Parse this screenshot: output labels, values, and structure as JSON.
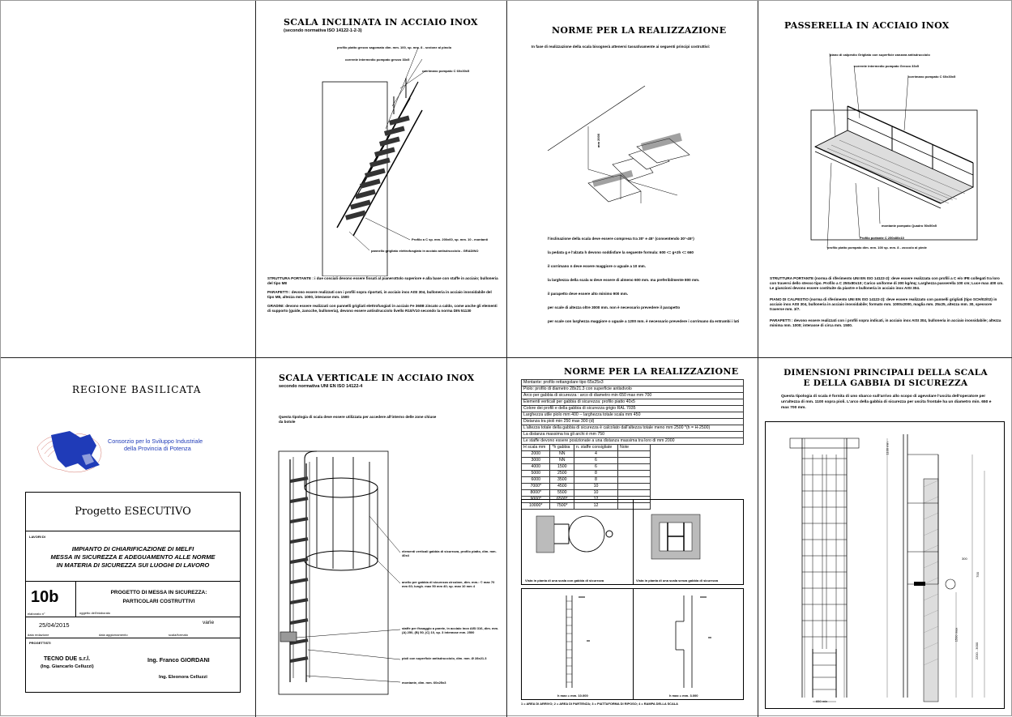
{
  "panels": {
    "inclined": {
      "title": "SCALA INCLINATA IN ACCIAIO INOX",
      "subtitle": "(secondo normativa ISO 14122-1-2-3)",
      "callouts": [
        "profilo piatto grezzo sagomato dim. mm. 100, sp. mm. 8 - sezione al pinolo",
        "corrente intermedio pompato grezzo 33x5",
        "corrimano pompato C 60x30x5",
        "Profilo a C sp. mm. 200x60, sp. mm. 10 - montanti",
        "pannello grigliato elettrofusgiato in acciaio antisdrucciolo - GRADINO"
      ],
      "paragraphs": [
        "STRUTTURA PORTANTE : i due cosciali devono essere fissati al pianerottolo superiore e alla base con staffe in acciaio; bulloneria del tipo M8",
        "PARAPETTI : devono essere realizzati con i profili sopra riportati, in acciaio inox AISI 304, bulloneria in acciaio inossidabile del tipo M8, altezza mm. 1000, interasse mm. 1500",
        "GRADINI: devono essere realizzati con pannelli grigliati elettrofusgiati in acciaio Fe 360B zincato a caldo, come anche gli elementi di supporto (guide, zancche, bulloneria), devono essere antisdrucciolo livello R10/V10 secondo la norma DIN 51130"
      ]
    },
    "norms_top": {
      "title": "NORME PER LA  REALIZZAZIONE",
      "intro": "In fase di realizzazione della scala bisognerà attenersi tassativamente ai seguenti principi costruttivi:",
      "dim_label": "mm 2000",
      "paragraphs": [
        "l'inclinazione della scala deve essere compresa tra 30° e 45° (consentendo 30°-45°)",
        "la pedata g e l'alzata h devono soddisfare la seguente formula:  600 <= g+2h <= 660",
        "il corrimano n deve essere maggiore o uguale a 10 mm.",
        "la larghezza della scala  w deve essere di almeno 600 mm. ma preferibilmente 800 mm.",
        "il parapetto deve essere alto minimo 900 mm.",
        "per scale di altezza oltre 3000 mm. non è necessario prevedere il parapetto",
        "per scale con larghezza maggiore o uguale a 1200 mm. è necessario prevedere i corrimano da entrambi i lati"
      ]
    },
    "walkway": {
      "title": "PASSERELLA IN ACCIAIO INOX",
      "callouts": [
        "piano di calpestio Grigliato con superficie zanzara antisdrucciolo",
        "corrente intermedio pompato Grezzo 33x5",
        "corrimano pompato C 60x30x5",
        "montante pompato Quadro 50x50x5",
        "Profilo portante C 250x80x10",
        "profilo piatto pompato dim. mm. 100 sp. mm. 8 - zoccolo al piede"
      ],
      "paragraphs": [
        "STRUTTURA PORTANTE (norma di riferimento UNI EN ISO 14122-2): deve essere realizzata con profili a C e/o IPE collegati tra loro con traversi dello stesso tipo. Profilo a C 250x80x10; Carico uniforme di 300 kg/mq; Larghezza passerella 100 cm; Luce max 400 cm. Le giunzioni devono essere costituite da piastre e bulloneria in acciaio inox AISI 304.",
        "PIANO DI CALPESTIO (norma di riferimento UNI EN ISO 14122-2): deve essere realizzato con pannelli grigliati (tipo SCH/02/02) in acciaio inox AISI 304, bulloneria in acciaio inossidabile; formato mm. 1000x2000, maglia mm. 25x25, altezza mm. 30, spessore traverse mm. 3/7.",
        "PARAPETTI : devono essere realizzati con i profili sopra indicati, in acciaio inox AISI 304, bulloneria in acciaio inossidabile; altezza minima mm. 1000; interasse di circa mm. 1500."
      ]
    },
    "cover": {
      "region": "REGIONE  BASILICATA",
      "logo_text_1": "Consorzio per lo Sviluppo Industriale",
      "logo_text_2": "della Provincia di Potenza",
      "project_phase": "Progetto  ESECUTIVO",
      "works_label": "LAVORI  DI",
      "works_title_1": "IMPIANTO DI CHIARIFICAZIONE DI MELFI",
      "works_title_2": "MESSA IN SICUREZZA E ADEGUAMENTO ALLE NORME",
      "works_title_3": "IN MATERIA DI SICUREZZA SUI LUOGHI DI LAVORO",
      "sheet_number": "10b",
      "sheet_label": "elaborato  n°",
      "subject_label": "oggetto  dell'elaborato",
      "subject_1": "PROGETTO DI MESSA IN SICUREZZA:",
      "subject_2": "PARTICOLARI COSTRUTTIVI",
      "date": "25/04/2015",
      "date_label": "data  redazione",
      "update_label": "data  aggiornamento",
      "scale_value": "varie",
      "scale_label": "scala/formato",
      "designers_label": "PROGETTISTI",
      "firm": "TECNO DUE s.r.l.",
      "firm_person": "(Ing. Giancarlo Celluzzi)",
      "engineer_1": "Ing. Franco GIORDANI",
      "engineer_2": "Ing. Eleonora Celluzzi"
    },
    "vertical": {
      "title": "SCALA VERTICALE IN ACCIAIO INOX",
      "subtitle": "secondo normativa UNI EN ISO 14122-4",
      "intro": "Questa tipologia di scala deve essere utilizzata per accedere all'interno delle zone chiuse da botole",
      "callouts": [
        "elementi verticali gabbia di sicurezza, profilo piatto, dim. mm. 40x4",
        "anello per gabbia di sicurezza circolare, dim. mm.: © max 70 mm 60; lungh. max 50 mm 40; sp. max 10 mm 4",
        "staffe per fissaggio a parete, in acciaio inox AISI 316, dim. mm. (A) 250, (B) 50, (C) 10, sp. 3 interasse mm. 2500",
        "pioli con superficie antisdrucciolo, dim. mm. Ø 28x21.3",
        "montante, dim. mm. 60x25x3"
      ]
    },
    "norms_bottom": {
      "title": "NORME PER LA REALIZZAZIONE",
      "spec_rows": [
        "Montante:  profilo rettangolare tipo 65x25x3",
        "Piolo:  profilo di diametro  28x21.3 con superficie antisdvolo",
        "Arco per gabbia di sicurezza : arco di diametro min 650 max mm 700",
        "Elementi verticali per gabbia di sicurezza: profilo piatto  40x5",
        "Colore dei profili e della gabbia di sicurezza grigio RAL 7035",
        "Larghezza utile piolo mm 400 -- larghezza totale scala mm 450",
        "Distanza  tra pioli min 250 max 300 (d)",
        "L'altezza totale della gabbia di sicurezza è calcolato dall'altezza totale meno mm 2500 *(h = H-2500)",
        "La distanza massima tra gli archi è mm 750",
        "Le staffe devono essere posizionate a una distanza massima tra loro di mm 2000"
      ],
      "table_headers": [
        "H scala mm",
        "*h gabbia",
        "n. staffe consigliate",
        "Note"
      ],
      "table_rows": [
        [
          "2000",
          "NN",
          "4",
          ""
        ],
        [
          "3000",
          "NN",
          "6",
          ""
        ],
        [
          "4000",
          "1500",
          "6",
          ""
        ],
        [
          "5000",
          "2500",
          "8",
          ""
        ],
        [
          "6000",
          "3500",
          "8",
          ""
        ],
        [
          "7000*",
          "4500",
          "10",
          ""
        ],
        [
          "8000*",
          "5500",
          "10",
          ""
        ],
        [
          "9000*",
          "6500*",
          "12",
          ""
        ],
        [
          "10000*",
          "7500*",
          "12",
          ""
        ]
      ],
      "caption_left": "Vista in pianta di una scala con gabbia di sicurezza",
      "caption_right": "Vista in pianta di una scala senza gabbia di sicurezza",
      "elev_left_label": "h max = mm. 10.000",
      "elev_right_label": "h max = mm. 3.000",
      "legend": "1 = AREA DI ARRIVO; 2 = AREA DI PARTENZA; 3 = PIATTAFORMA DI RIPOSO; 4 = RAMPA DELLA SCALA"
    },
    "dimensions": {
      "title_1": "DIMENSIONI PRINCIPALI DELLA SCALA",
      "title_2": "E DELLA GABBIA DI SICUREZZA",
      "intro": "Questa tipologia di scala è fornita di uno sbarco sull'arrivo allo scopo di agevolare l'uscita dell'operatore per un'altezza di mm. 1100 sopra pioli. L'arco della gabbia di sicurezza per uscita frontale ha un diametro min. 650 e max 700 mm.",
      "dim_labels": [
        "1100 min",
        "650 min",
        "300",
        "700",
        "2200 - 3000",
        "1500 max"
      ]
    }
  }
}
